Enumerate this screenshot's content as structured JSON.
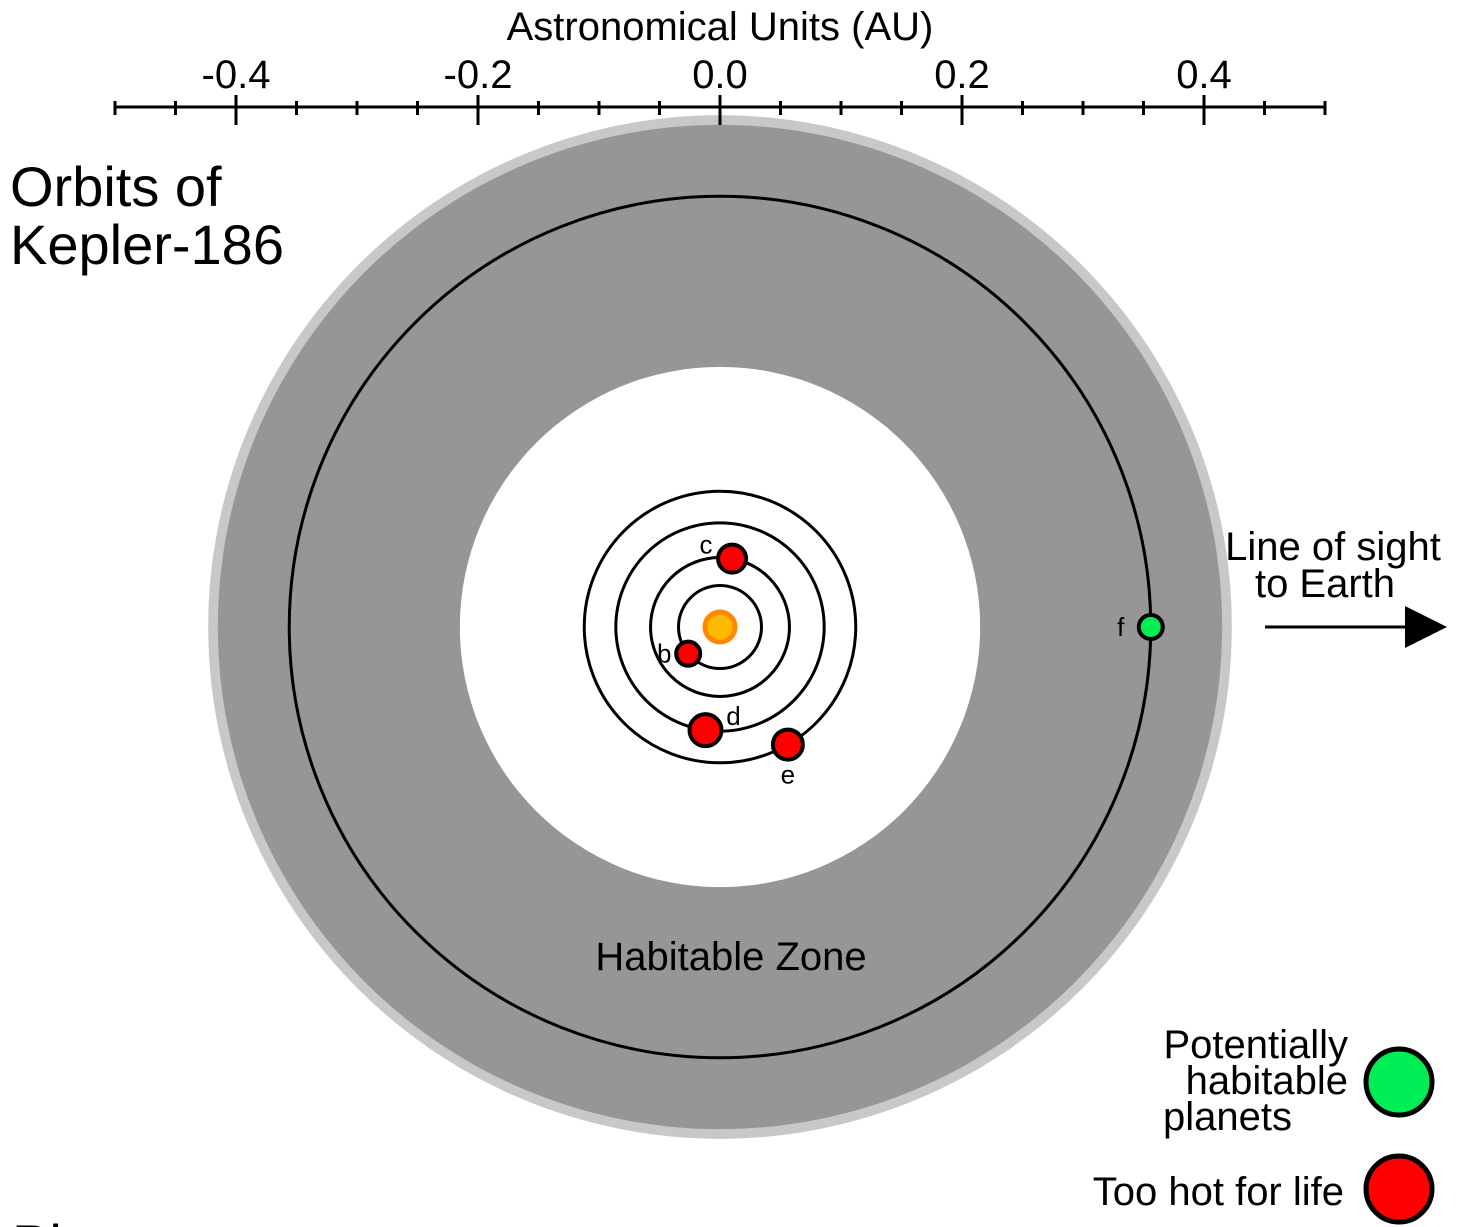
{
  "axis": {
    "title": "Astronomical Units (AU)",
    "ticks": [
      -0.4,
      -0.2,
      0.0,
      0.2,
      0.4
    ],
    "tick_labels": [
      "-0.4",
      "-0.2",
      "0.0",
      "0.2",
      "0.4"
    ],
    "minor_step": 0.05,
    "range": [
      -0.5,
      0.5
    ]
  },
  "title": {
    "line1": "Orbits of",
    "line2": "Kepler-186"
  },
  "habitable_zone": {
    "label": "Habitable Zone",
    "conservative_inner_au": 0.215,
    "conservative_outer_au": 0.415,
    "optimistic_outer_au": 0.423
  },
  "planets": [
    {
      "name": "b",
      "orbit_au": 0.0343,
      "angle_deg": 220,
      "status": "too_hot"
    },
    {
      "name": "c",
      "orbit_au": 0.0574,
      "angle_deg": 80,
      "status": "too_hot"
    },
    {
      "name": "d",
      "orbit_au": 0.0861,
      "angle_deg": 262,
      "status": "too_hot"
    },
    {
      "name": "e",
      "orbit_au": 0.1122,
      "angle_deg": 300,
      "status": "too_hot"
    },
    {
      "name": "f",
      "orbit_au": 0.356,
      "angle_deg": 0,
      "status": "habitable"
    }
  ],
  "line_of_sight": {
    "line1": "Line of sight",
    "line2": "to Earth"
  },
  "legend": {
    "habitable": [
      "Potentially",
      "habitable",
      "planets"
    ],
    "too_hot": "Too hot for life"
  },
  "footer_partial": "Planets",
  "colors": {
    "hz_optimistic": "#c8c8c8",
    "hz_conservative": "#969696",
    "habitable_planet": "#00ee55",
    "hot_planet": "#ff0000",
    "star_fill": "#ffbb00",
    "star_ring": "#ff8800",
    "hz_label": "#e6e6e6"
  }
}
